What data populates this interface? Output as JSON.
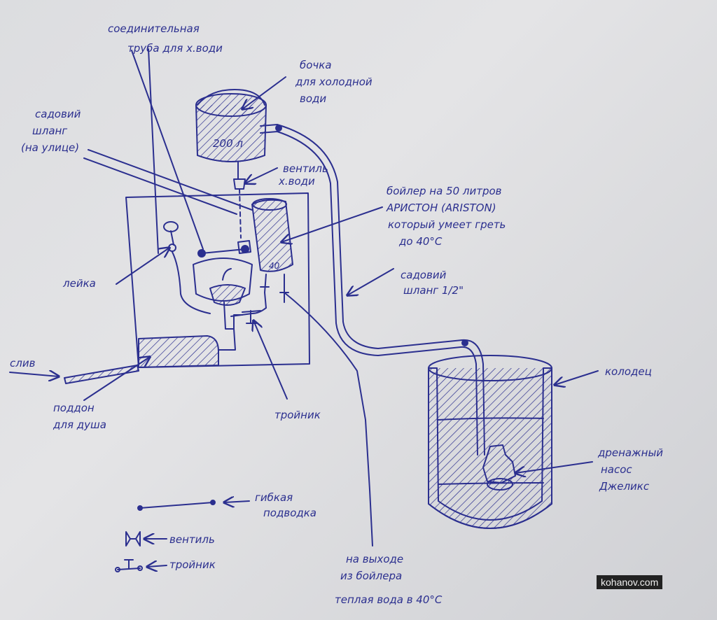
{
  "labels": {
    "connecting_pipe": [
      "соединительная",
      "труба для х.води"
    ],
    "barrel": [
      "бочка",
      "для холодной",
      "води"
    ],
    "barrel_volume": "200 л",
    "garden_hose_outside": [
      "садовий",
      "шланг",
      "(на улице)"
    ],
    "cold_valve": [
      "вентиль",
      "х.води"
    ],
    "boiler": [
      "бойлер на 50 литров",
      "АРИСТОН (ARISTON)",
      "который умеет греть",
      "до 40°C"
    ],
    "boiler_mark": "40",
    "garden_hose_half": [
      "садовий",
      "шланг 1/2\""
    ],
    "shower_head": "лейка",
    "drain": "слив",
    "shower_tray": [
      "поддон",
      "для душа"
    ],
    "tee_label": "тройник",
    "well": "колодец",
    "pump": [
      "дренажный",
      "насос",
      "Джеликс"
    ],
    "boiler_output": [
      "на выходе",
      "из бойлера",
      "теплая вода в 40°C"
    ]
  },
  "legend": {
    "flexible": [
      "гибкая",
      "подводка"
    ],
    "valve": "вентиль",
    "tee": "тройник"
  },
  "watermark": "kohanov.com",
  "ink_color": "#2b2f8f"
}
